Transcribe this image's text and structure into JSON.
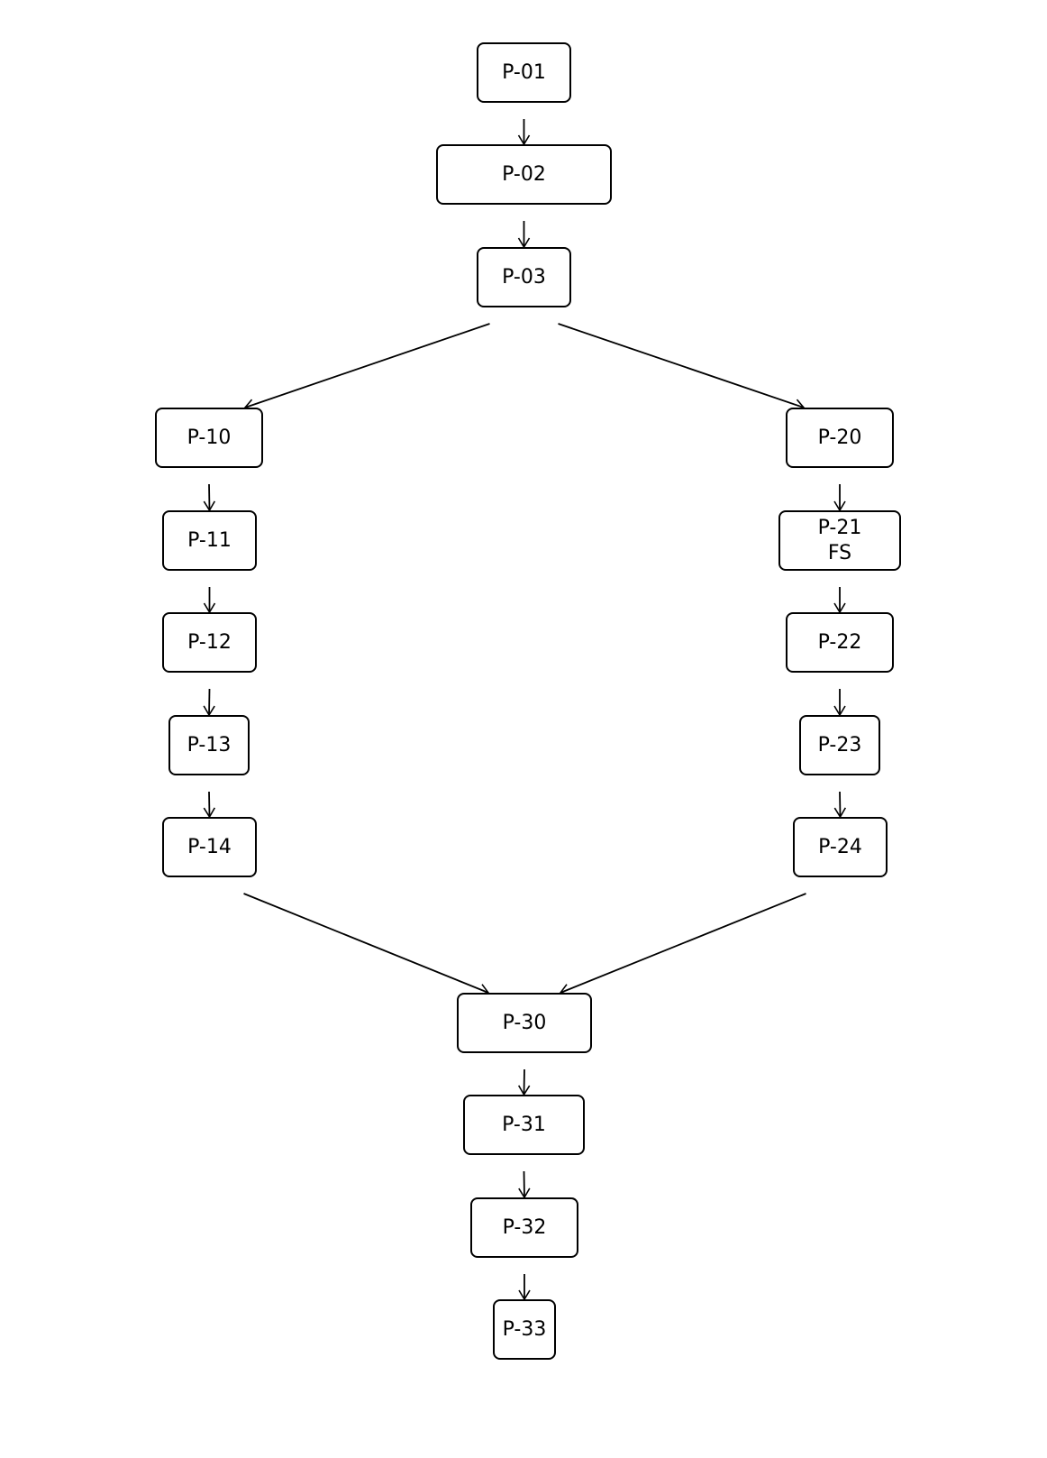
{
  "nodes": {
    "p01": {
      "id": "P-01",
      "text": ""
    },
    "p02": {
      "id": "P-02",
      "text": ""
    },
    "p03": {
      "id": "P-03",
      "text": ""
    },
    "p10": {
      "id": "P-10",
      "text": ""
    },
    "p11": {
      "id": "P-11",
      "text": ""
    },
    "p12": {
      "id": "P-12",
      "text": ""
    },
    "p13": {
      "id": "P-13",
      "text": ""
    },
    "p14": {
      "id": "P-14",
      "text": ""
    },
    "p20": {
      "id": "P-20",
      "text": ""
    },
    "p21": {
      "id": "P-21",
      "text": "FS"
    },
    "p22": {
      "id": "P-22",
      "text": ""
    },
    "p23": {
      "id": "P-23",
      "text": ""
    },
    "p24": {
      "id": "P-24",
      "text": ""
    },
    "p30": {
      "id": "P-30",
      "text": ""
    },
    "p31": {
      "id": "P-31",
      "text": ""
    },
    "p32": {
      "id": "P-32",
      "text": ""
    },
    "p33": {
      "id": "P-33",
      "text": ""
    }
  },
  "edges": [
    [
      "p01",
      "p02"
    ],
    [
      "p02",
      "p03"
    ],
    [
      "p03",
      "p10"
    ],
    [
      "p03",
      "p20"
    ],
    [
      "p10",
      "p11"
    ],
    [
      "p11",
      "p12"
    ],
    [
      "p12",
      "p13"
    ],
    [
      "p13",
      "p14"
    ],
    [
      "p20",
      "p21"
    ],
    [
      "p21",
      "p22"
    ],
    [
      "p22",
      "p23"
    ],
    [
      "p23",
      "p24"
    ],
    [
      "p14",
      "p30"
    ],
    [
      "p24",
      "p30"
    ],
    [
      "p30",
      "p31"
    ],
    [
      "p31",
      "p32"
    ],
    [
      "p32",
      "p33"
    ]
  ],
  "colors": {
    "stroke": "#000000",
    "fill": "#ffffff",
    "text": "#000000"
  }
}
